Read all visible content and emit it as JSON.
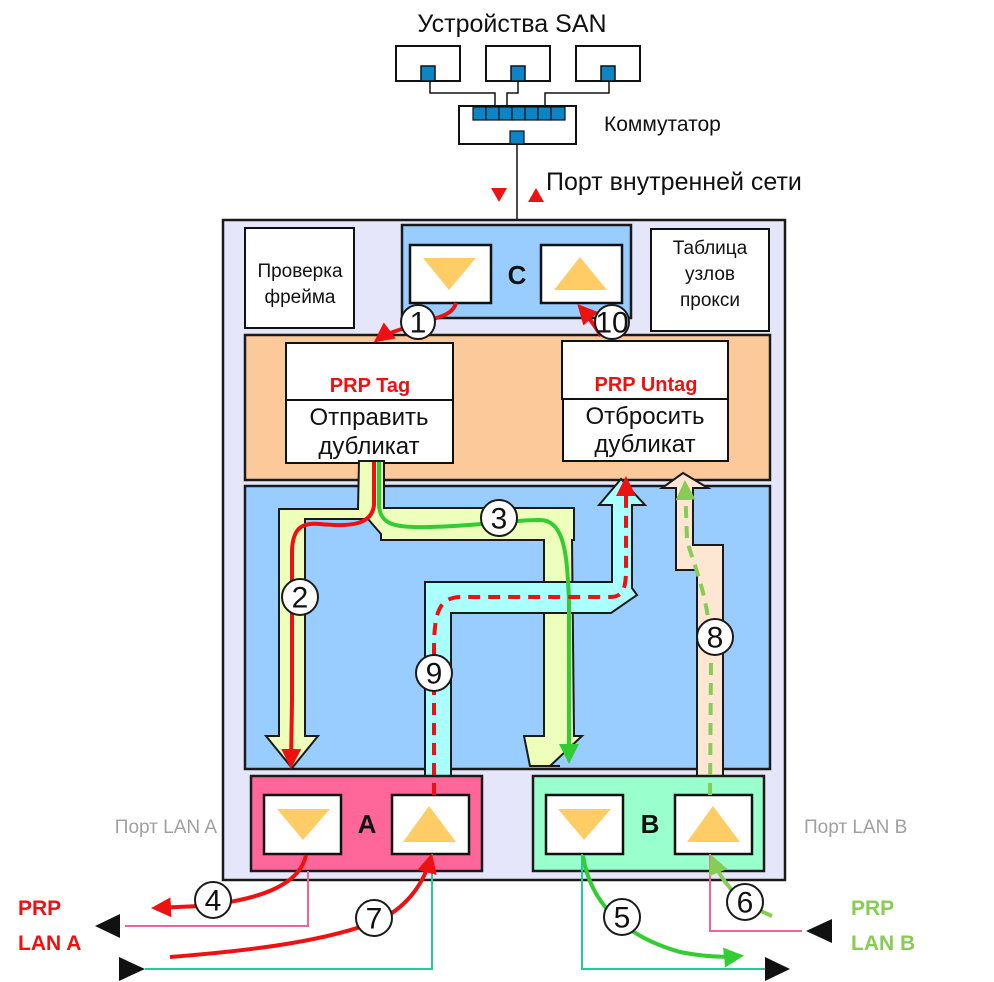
{
  "title": "Устройства SAN",
  "switch_label": "Коммутатор",
  "internal_port_label": "Порт внутренней сети",
  "frame_check_label": [
    "Проверка",
    "фрейма"
  ],
  "proxy_table_label": [
    "Таблица",
    "узлов",
    "прокси"
  ],
  "port_c_label": "C",
  "port_a_label": "A",
  "port_b_label": "B",
  "prp_tag": {
    "title": "PRP Tag",
    "line1": "Отправить",
    "line2": "дубликат"
  },
  "prp_untag": {
    "title": "PRP Untag",
    "line1": "Отбросить",
    "line2": "дубликат"
  },
  "lan_a_port_label": "Порт LAN A",
  "lan_b_port_label": "Порт LAN B",
  "prp_lan_a": [
    "PRP",
    "LAN A"
  ],
  "prp_lan_b": [
    "PRP",
    "LAN B"
  ],
  "steps": [
    "1",
    "2",
    "3",
    "4",
    "5",
    "6",
    "7",
    "8",
    "9",
    "10"
  ],
  "colors": {
    "san_port": "#0a86c8",
    "device_bg": "#e6e6fa",
    "port_c_bg": "#99ccff",
    "prp_bg": "#fcc99a",
    "fabric_bg": "#99ccff",
    "port_a_bg": "#ff6699",
    "port_b_bg": "#99ffcc",
    "triangle": "#ffcc66",
    "red_path": "#ee1111",
    "green_path": "#33cc33",
    "lightgreen_path": "#88cc55",
    "lane_green": "#eeffbb",
    "lane_cyan": "#aaffff",
    "lane_peach": "#fde6d2",
    "label_red": "#ee1111",
    "label_green": "#88cc55",
    "label_gray": "#a0a0a0",
    "pink_line": "#ee6699",
    "teal_line": "#22cc99"
  }
}
